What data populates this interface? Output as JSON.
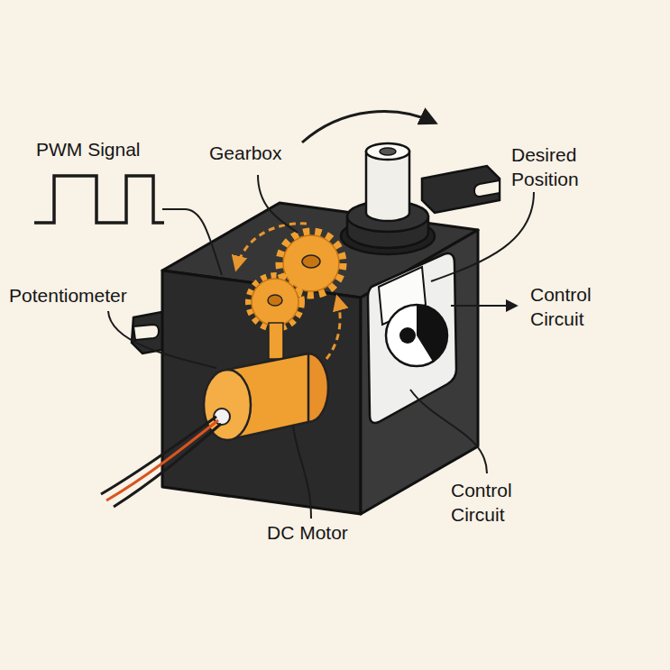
{
  "diagram": {
    "labels": [
      "PWM Signal",
      "Gearbox",
      "Desired Position",
      "Potentiometer",
      "Control Circuit",
      "DC Motor",
      "Control Circuit"
    ]
  }
}
